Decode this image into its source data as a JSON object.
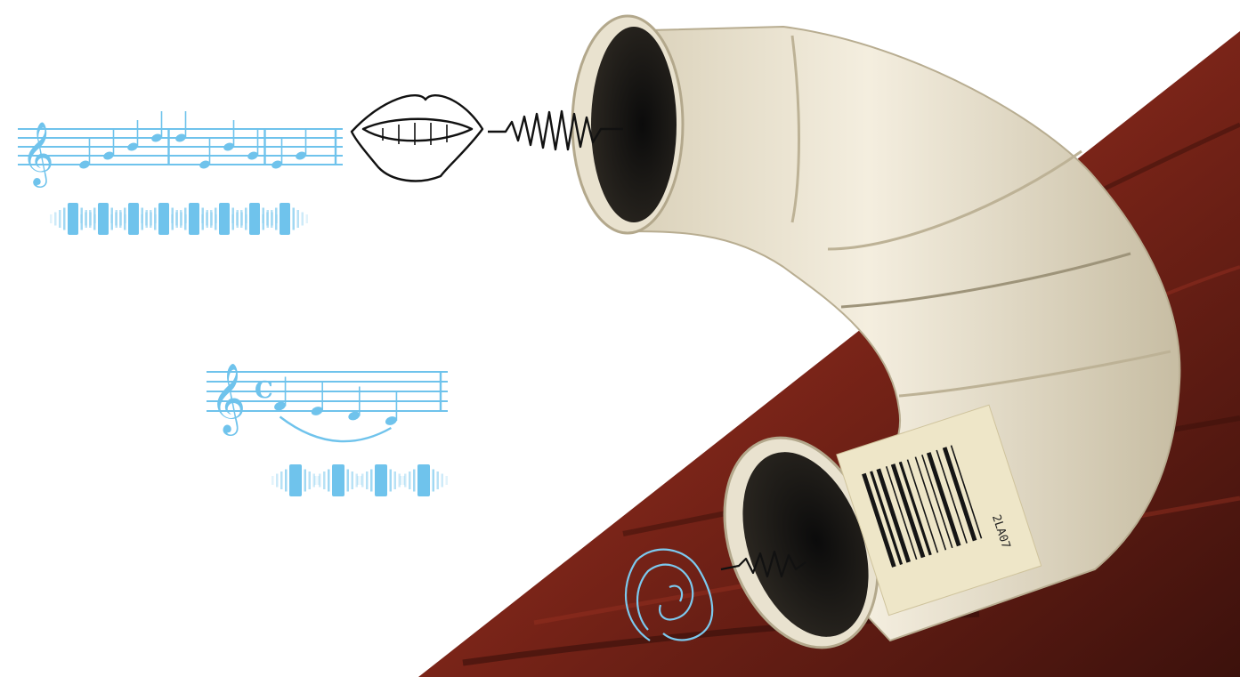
{
  "figure": {
    "subject": "pvc-elbow-pipe-sound-demo",
    "colors": {
      "music_blue": "#6fc3ec",
      "wood_dark": "#4a1510",
      "wood_mid": "#7a2418",
      "pipe_cream": "#efe8d6",
      "pipe_shadow": "#c9bfa6",
      "label_paper": "#eee6c8",
      "ink": "#111111"
    },
    "icons": {
      "mouth": "mouth-icon",
      "ear": "ear-icon",
      "treble_clef": "treble-clef-icon"
    },
    "staff_top": {
      "notes": 10,
      "time_signature": ""
    },
    "staff_bottom": {
      "notes": 4,
      "time_signature": "C"
    },
    "label_code": "2LA07"
  }
}
